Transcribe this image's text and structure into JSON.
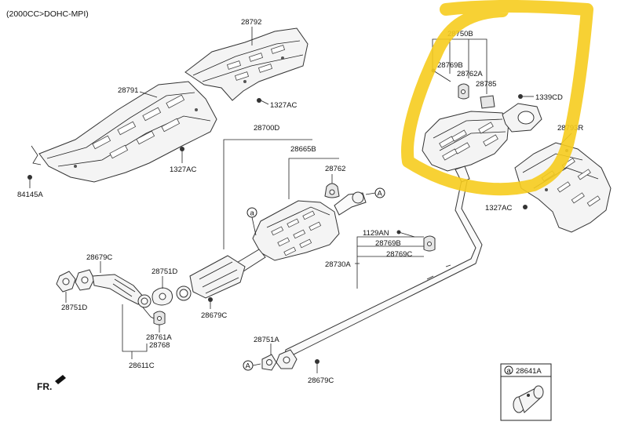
{
  "header": {
    "engine": "(2000CC>DOHC-MPI)"
  },
  "front_marker": {
    "label": "FR."
  },
  "callouts": {
    "a": "a",
    "A": "A"
  },
  "labels": {
    "p28792": "28792",
    "p1327AC_top": "1327AC",
    "p28791": "28791",
    "p1327AC_mid": "1327AC",
    "p84145A": "84145A",
    "p28700D": "28700D",
    "p28665B": "28665B",
    "p28762": "28762",
    "p28750B": "28750B",
    "p28769B_top": "28769B",
    "p28762A": "28762A",
    "p28785": "28785",
    "p1339CD": "1339CD",
    "p28793R": "28793R",
    "p1327AC_right": "1327AC",
    "p1129AN": "1129AN",
    "p28769B_mid": "28769B",
    "p28769C_mid": "28769C",
    "p28730A": "28730A",
    "p28679C_left": "28679C",
    "p28751D_mid": "28751D",
    "p28751D_left": "28751D",
    "p28679C_low": "28679C",
    "p28761A": "28761A",
    "p28768": "28768",
    "p28611C": "28611C",
    "p28751A": "28751A",
    "p28679C_bottom": "28679C",
    "p28641A": "28641A"
  },
  "highlight": {
    "color": "#f6cc1e"
  }
}
